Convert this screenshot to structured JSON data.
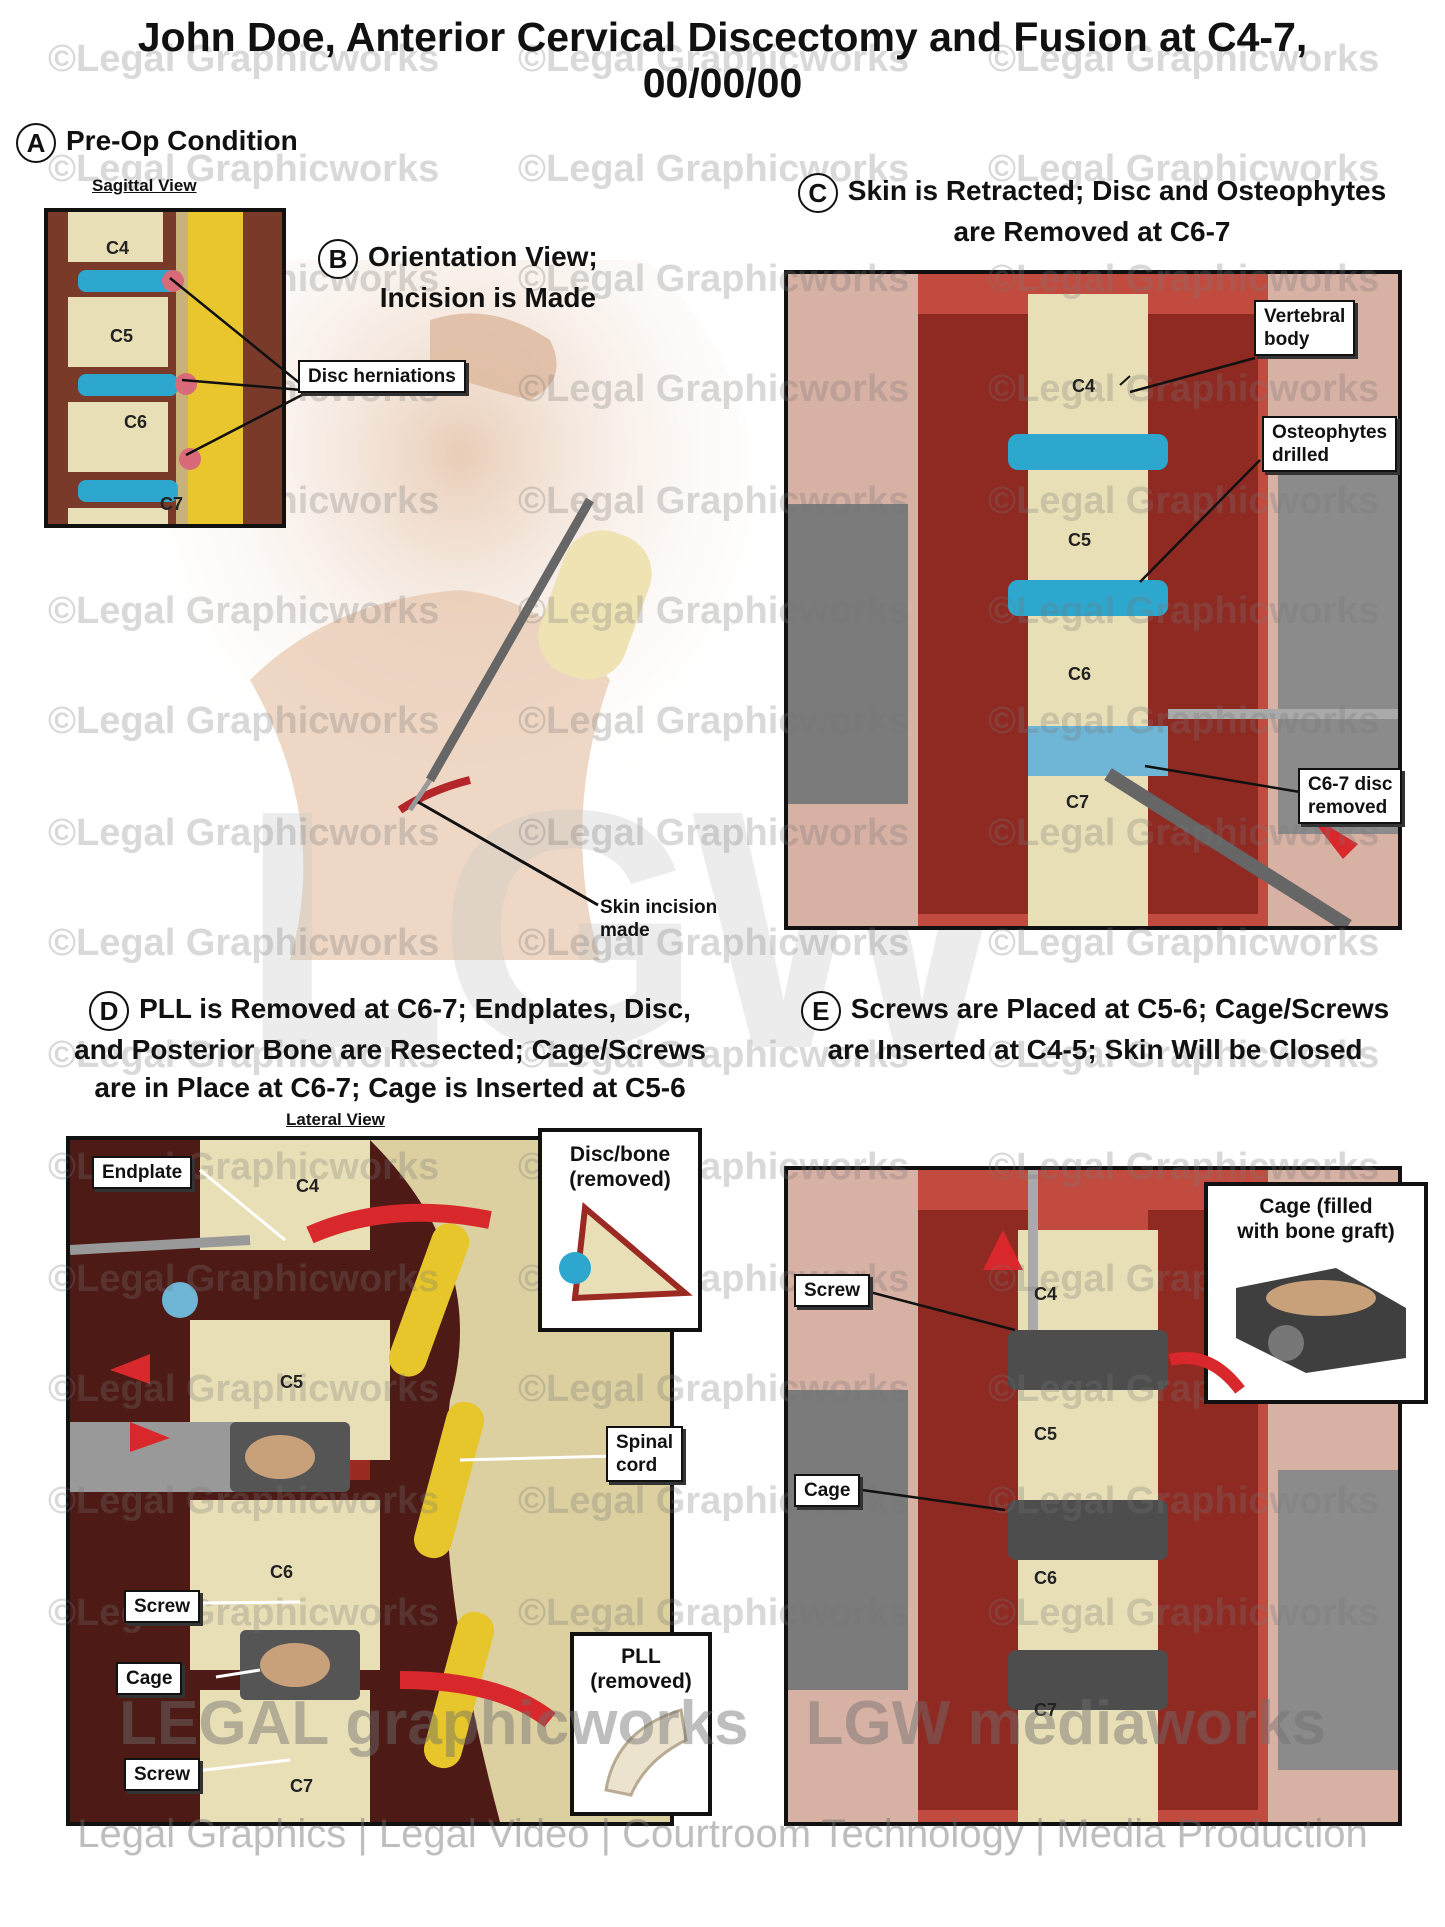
{
  "title": {
    "line1": "John Doe, Anterior Cervical Discectomy and Fusion at C4-7,",
    "line2": "00/00/00"
  },
  "watermark": "©Legal Graphicworks",
  "big_watermark": "LGW",
  "sections": {
    "a": {
      "letter": "A",
      "heading": "Pre-Op Condition",
      "subheading": "Sagittal View",
      "labels": {
        "c4": "C4",
        "c5": "C5",
        "c6": "C6",
        "c7": "C7"
      },
      "callout": "Disc herniations"
    },
    "b": {
      "letter": "B",
      "heading_line1": "Orientation View;",
      "heading_line2": "Incision is Made",
      "callout_line1": "Skin incision",
      "callout_line2": "made"
    },
    "c": {
      "letter": "C",
      "heading_line1": "Skin is Retracted; Disc and Osteophytes",
      "heading_line2": "are Removed at C6-7",
      "labels": {
        "c4": "C4",
        "c5": "C5",
        "c6": "C6",
        "c7": "C7"
      },
      "callout_vertebral_1": "Vertebral",
      "callout_vertebral_2": "body",
      "callout_osteo_1": "Osteophytes",
      "callout_osteo_2": "drilled",
      "callout_disc_1": "C6-7 disc",
      "callout_disc_2": "removed"
    },
    "d": {
      "letter": "D",
      "heading_line1": "PLL is Removed at C6-7; Endplates, Disc,",
      "heading_line2": "and Posterior Bone are Resected; Cage/Screws",
      "heading_line3": "are in Place at C6-7; Cage is Inserted at C5-6",
      "subheading": "Lateral View",
      "labels": {
        "c4": "C4",
        "c5": "C5",
        "c6": "C6",
        "c7": "C7"
      },
      "callout_endplate": "Endplate",
      "callout_spinal_1": "Spinal",
      "callout_spinal_2": "cord",
      "callout_screw_1": "Screw",
      "callout_cage": "Cage",
      "callout_screw_2": "Screw",
      "inset_disc_1": "Disc/bone",
      "inset_disc_2": "(removed)",
      "inset_pll_1": "PLL",
      "inset_pll_2": "(removed)"
    },
    "e": {
      "letter": "E",
      "heading_line1": "Screws are Placed at C5-6; Cage/Screws",
      "heading_line2": "are Inserted at C4-5; Skin Will be Closed",
      "labels": {
        "c4": "C4",
        "c5": "C5",
        "c6": "C6",
        "c7": "C7"
      },
      "callout_screw": "Screw",
      "callout_cage": "Cage",
      "inset_cage_1": "Cage (filled",
      "inset_cage_2": "with bone graft)"
    }
  },
  "footer": {
    "brand_left": "LEGAL graphicworks",
    "brand_right": "LGW mediaworks",
    "tagline": "Legal Graphics | Legal Video | Courtroom Technology | Media Production"
  },
  "colors": {
    "disc_blue": "#2ea7cf",
    "bone": "#e9dfb6",
    "tissue_red": "#9b2a22",
    "cord_yellow": "#e6c62a",
    "arrow_red": "#d8282b"
  }
}
